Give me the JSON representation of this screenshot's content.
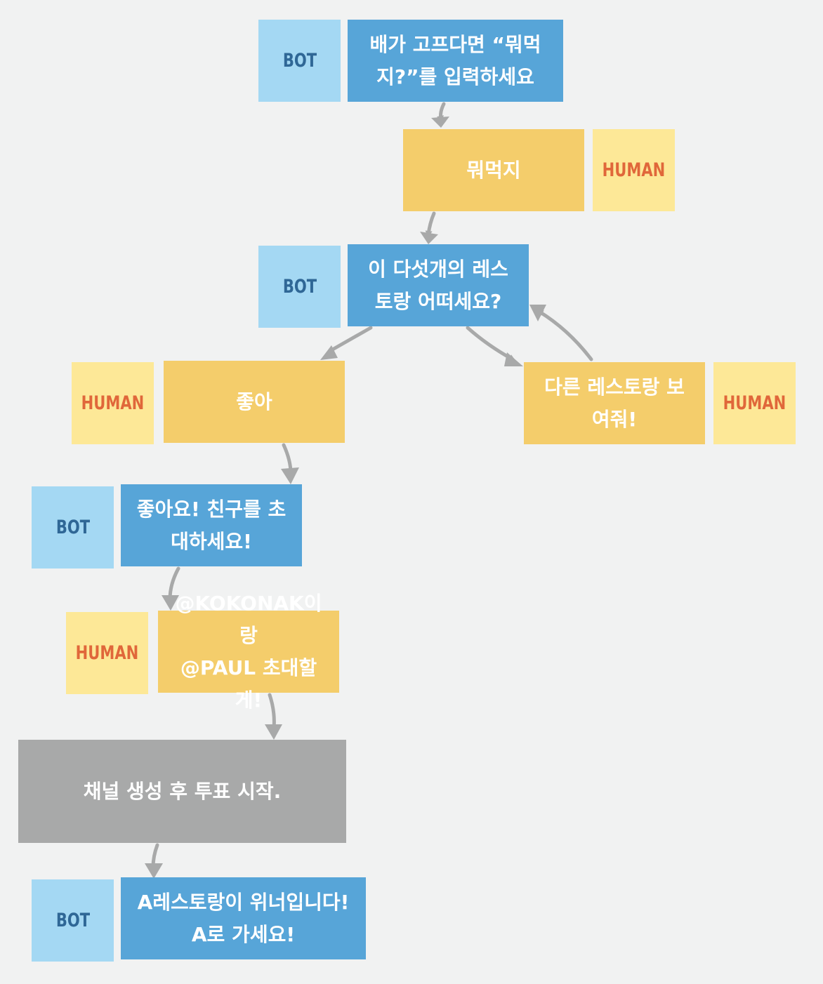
{
  "tags": {
    "bot": "BOT",
    "human": "HUMAN"
  },
  "nodes": {
    "n1": "배가 고프다면 “뭐먹\n지?”를 입력하세요",
    "n2": "뭐먹지",
    "n3": "이 다섯개의 레스\n토랑 어떠세요?",
    "n4": "좋아",
    "n5": "다른 레스토랑 보\n여줘!",
    "n6": "좋아요! 친구를 초\n대하세요!",
    "n7": "@KOKONAK이랑\n@PAUL 초대할게!",
    "n8": "채널 생성 후 투표 시작.",
    "n9": "A레스토랑이 위너입니다!\nA로 가세요!"
  },
  "colors": {
    "bot_message": "#57a5d8",
    "bot_tag": "#a4d8f3",
    "bot_tag_text": "#2f6796",
    "human_message": "#f4cd6b",
    "human_tag": "#fde897",
    "human_tag_text": "#e0673a",
    "system_message": "#a8a9a9",
    "arrow": "#a8a9a9",
    "background": "#f1f2f2"
  }
}
